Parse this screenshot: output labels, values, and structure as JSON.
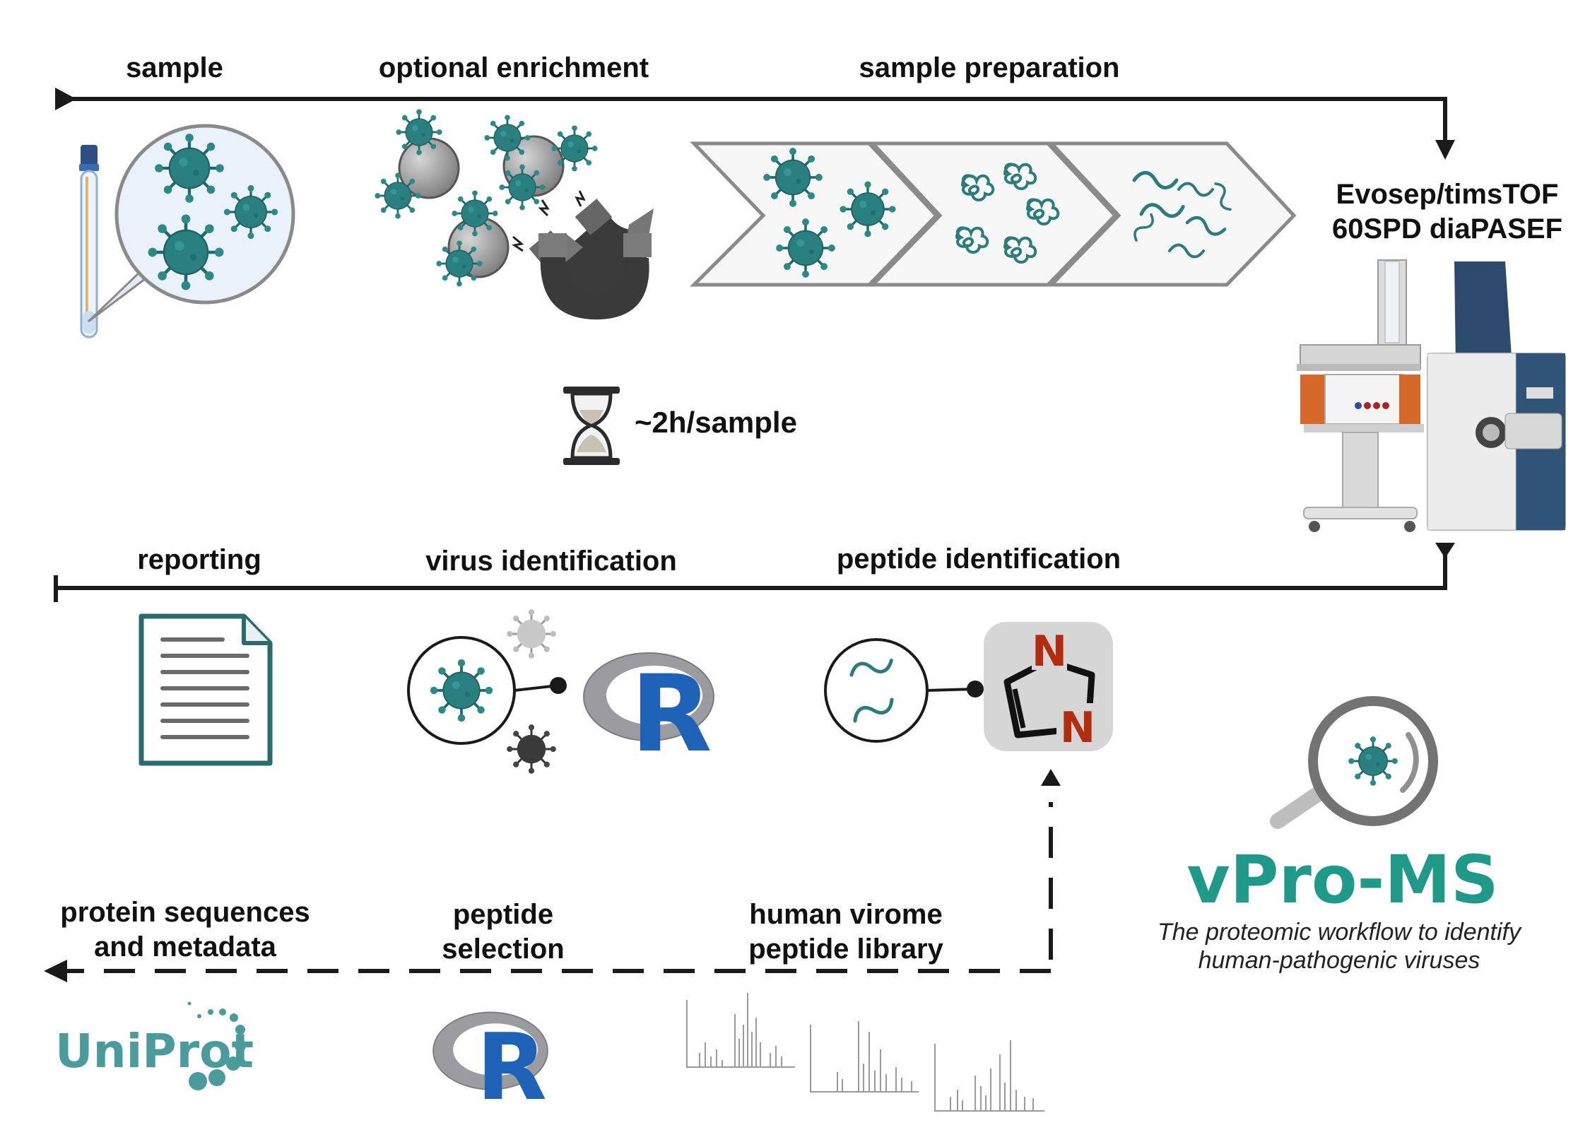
{
  "labels": {
    "sample": "sample",
    "optional_enrichment": "optional enrichment",
    "sample_preparation": "sample preparation",
    "instrument_line1": "Evosep/timsTOF",
    "instrument_line2": "60SPD diaPASEF",
    "time_per_sample": "~2h/sample",
    "reporting": "reporting",
    "virus_identification": "virus identification",
    "peptide_identification": "peptide identification",
    "protein_sequences_line1": "protein sequences",
    "protein_sequences_line2": "and metadata",
    "peptide_selection_line1": "peptide",
    "peptide_selection_line2": "selection",
    "virome_library_line1": "human virome",
    "virome_library_line2": "peptide library"
  },
  "brand": {
    "name": "vPro-MS",
    "tagline_line1": "The proteomic workflow to identify",
    "tagline_line2": "human-pathogenic viruses",
    "color": "#1f9a8a"
  },
  "logos": {
    "uniprot_text": "UniProt",
    "uniprot_color": "#4a9c9c",
    "r_letter": "R",
    "r_blue": "#1e63b8",
    "imidazole_n": "N",
    "imidazole_n_color": "#b32c10"
  },
  "colors": {
    "virus_teal": "#2a7d7d",
    "arrow": "#1a1a1a"
  }
}
